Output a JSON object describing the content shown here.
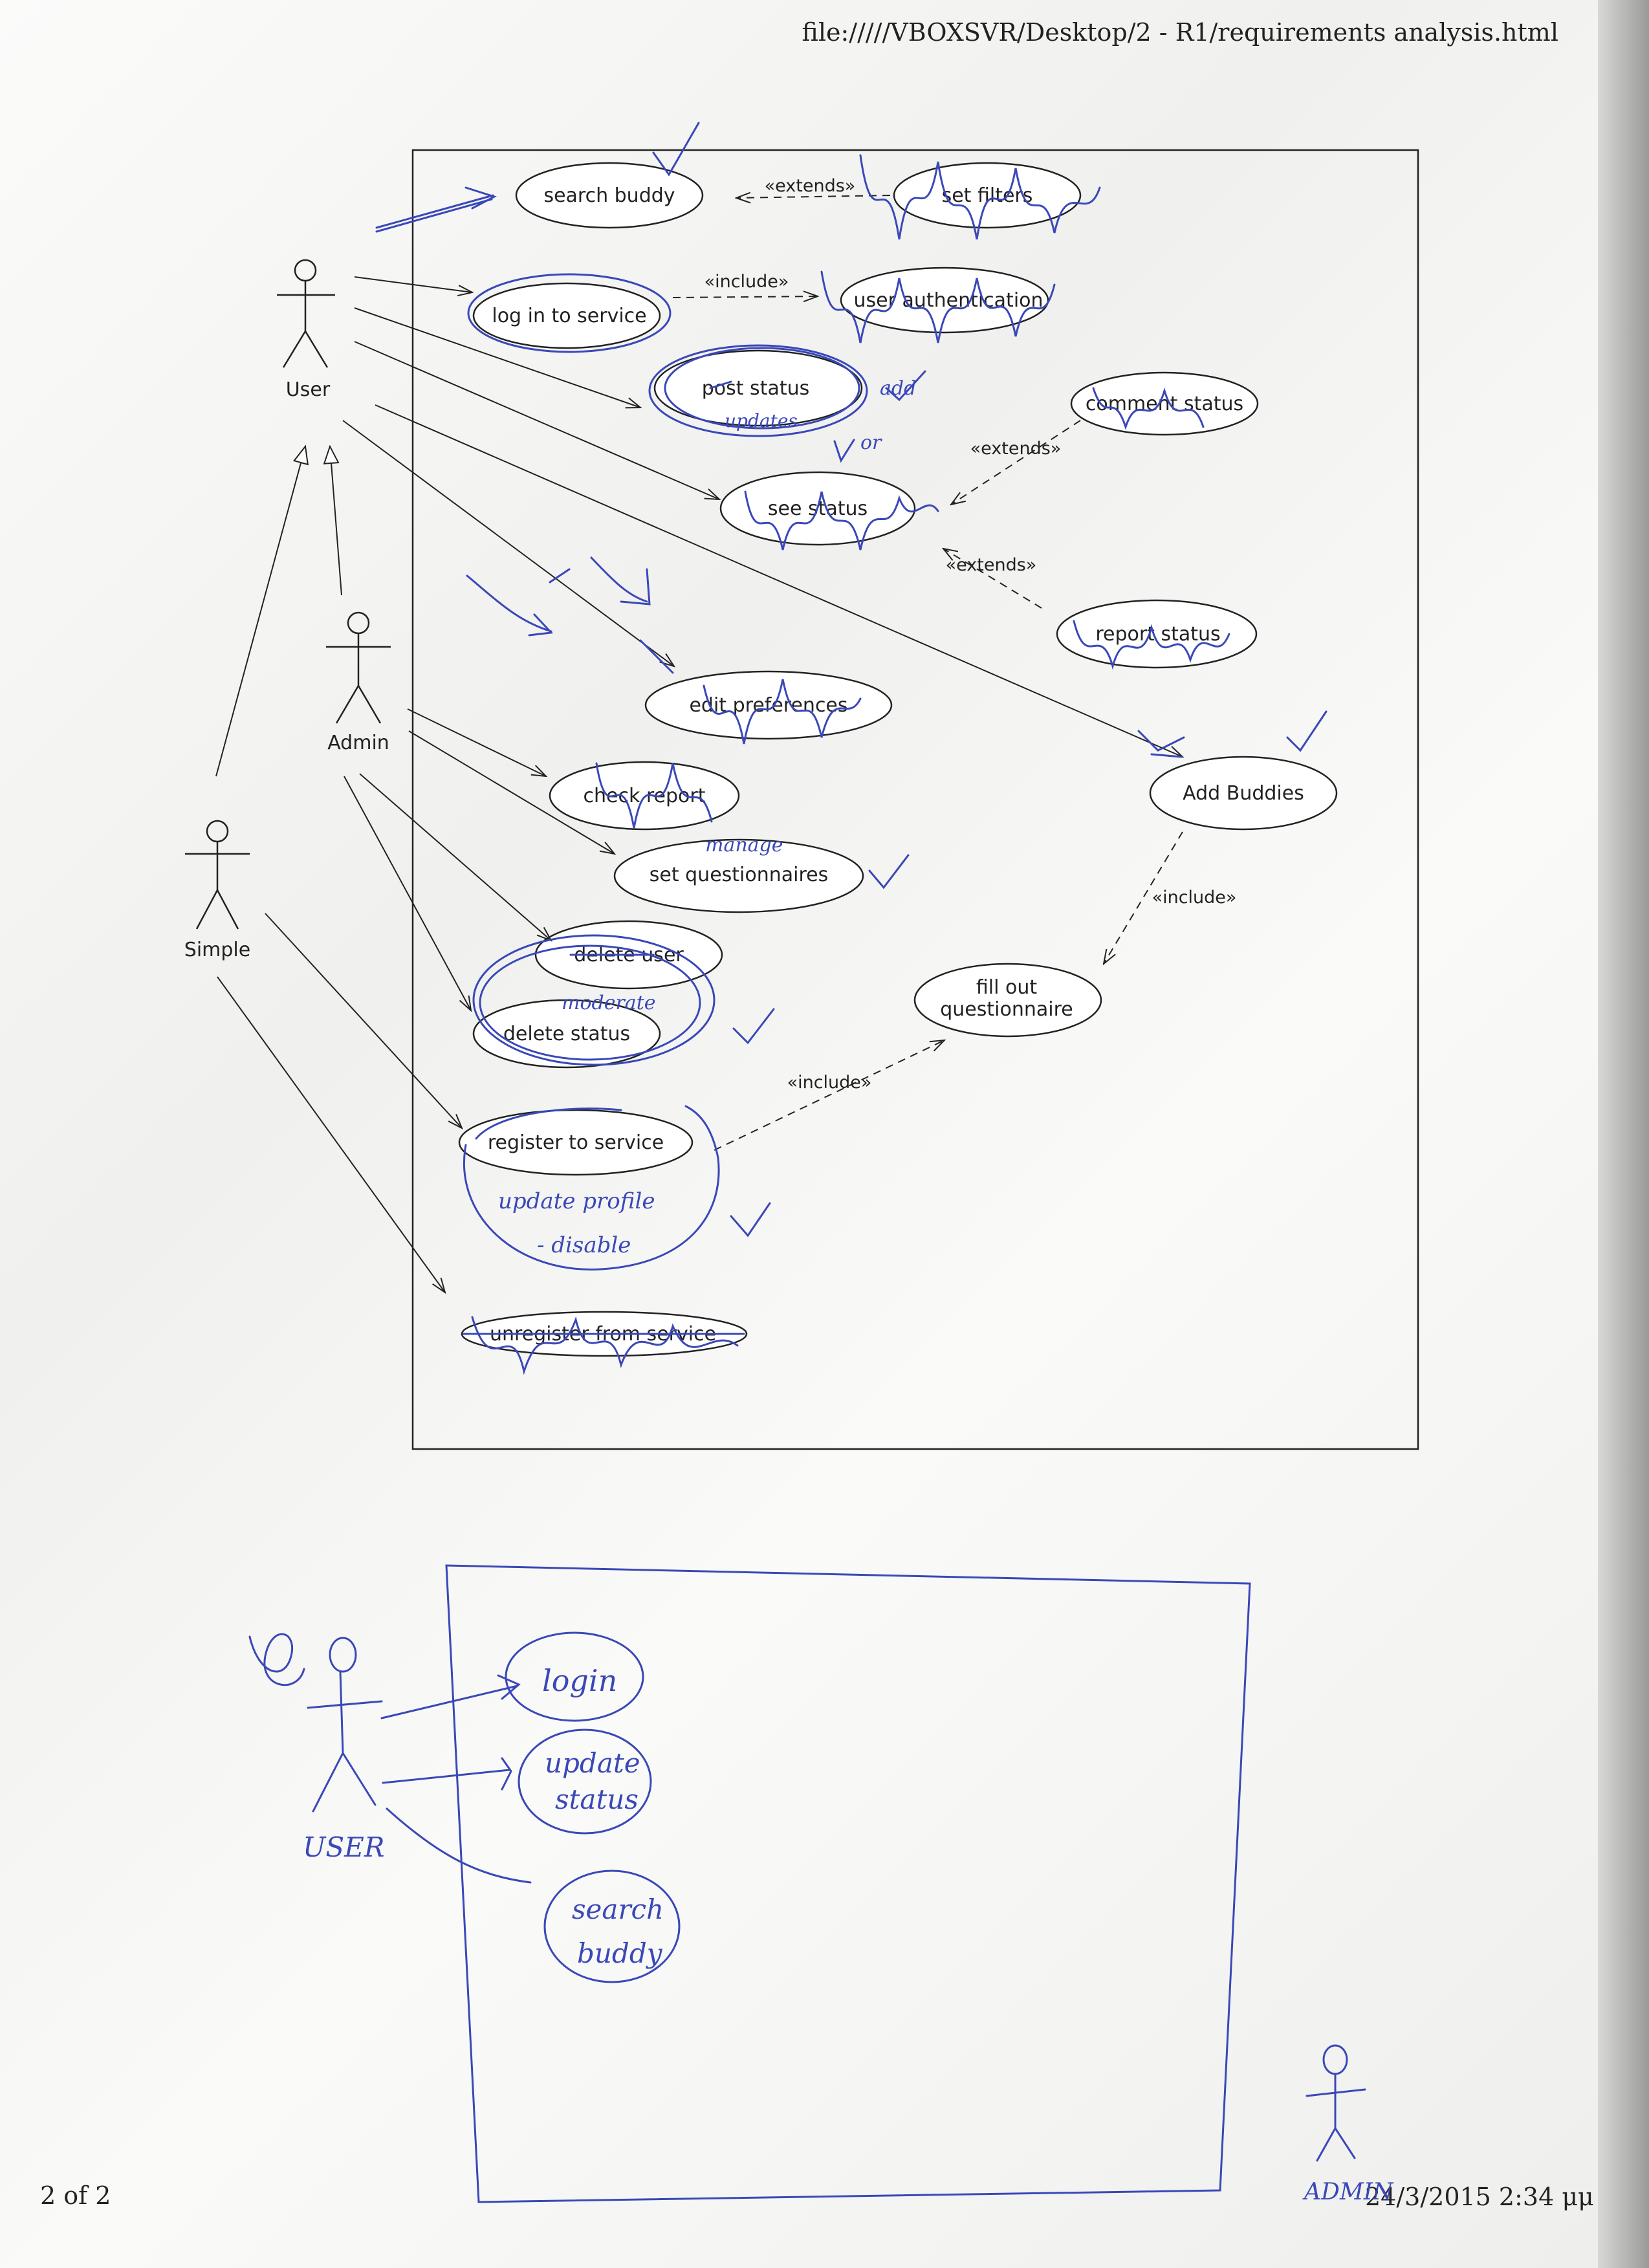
{
  "page": {
    "header": "file://///VBOXSVR/Desktop/2 - R1/requirements analysis.html",
    "page_number": "2 of 2",
    "datetime": "24/3/2015 2:34 μμ"
  },
  "diagram": {
    "actors": {
      "user": "User",
      "admin": "Admin",
      "simple": "Simple"
    },
    "use_cases": {
      "search_buddy": "search buddy",
      "set_filters": "set filters",
      "log_in": "log in to service",
      "user_auth": "user authentication",
      "post_status": "post status",
      "comment_status": "comment status",
      "see_status": "see status",
      "report_status": "report status",
      "edit_preferences": "edit preferences",
      "add_buddies": "Add Buddies",
      "check_report": "check report",
      "set_questionnaires": "set questionnaires",
      "delete_user": "delete user",
      "delete_status": "delete status",
      "fill_questionnaire_1": "fill out",
      "fill_questionnaire_2": "questionnaire",
      "register": "register to service",
      "unregister": "unregister from service"
    },
    "stereotypes": {
      "extends_filters": "«extends»",
      "include_auth": "«include»",
      "extends_comment": "«extends»",
      "extends_report": "«extends»",
      "include_questionnaire": "«include»",
      "include_register": "«include»"
    },
    "annotations": {
      "updates": "updates",
      "add": "add",
      "or": "or",
      "manage": "manage",
      "moderate": "moderate",
      "update_profile": "update profile",
      "disable": "- disable"
    }
  },
  "sketch": {
    "actor_user": "USER",
    "actor_admin": "ADMIN",
    "login": "login",
    "update_status_1": "update",
    "update_status_2": "status",
    "search_buddy_1": "search",
    "search_buddy_2": "buddy"
  },
  "colors": {
    "ink": "#222222",
    "pen": "#3a48b8"
  }
}
